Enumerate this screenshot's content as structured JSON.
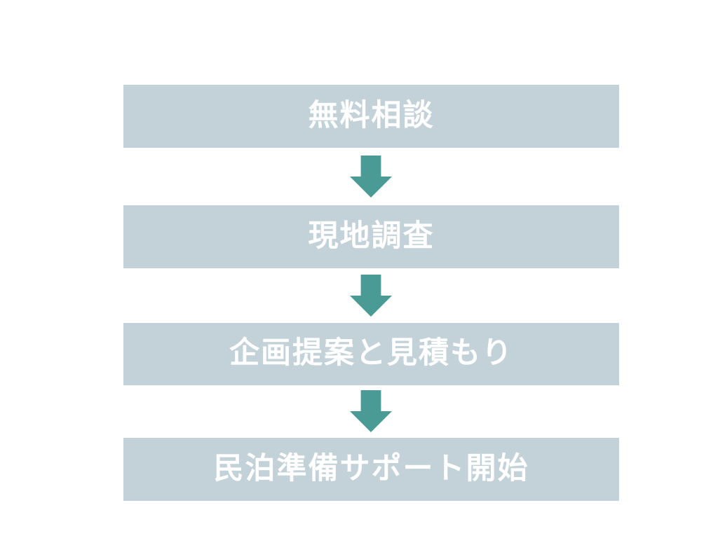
{
  "colors": {
    "background": "#ffffff",
    "box-fill": "#c3d2d9",
    "arrow-fill": "#4a9b96",
    "step-text": "#ffffff"
  },
  "flow": {
    "connector_icon": "down-block-arrow",
    "steps": [
      {
        "label": "無料相談"
      },
      {
        "label": "現地調査"
      },
      {
        "label": "企画提案と見積もり"
      },
      {
        "label": "民泊準備サポート開始"
      }
    ]
  }
}
